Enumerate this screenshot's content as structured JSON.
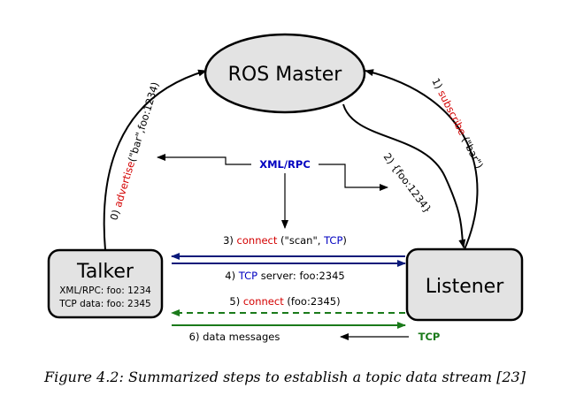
{
  "nodes": {
    "master": {
      "title": "ROS Master"
    },
    "talker": {
      "title": "Talker",
      "line1": "XML/RPC: foo: 1234",
      "line2": "TCP data: foo: 2345"
    },
    "listener": {
      "title": "Listener"
    }
  },
  "labels": {
    "xmlrpc": "XML/RPC",
    "tcp": "TCP",
    "advertise": {
      "num": "0) ",
      "verb": "advertise",
      "args": "(\"bar\",foo:1234)"
    },
    "subscribe": {
      "num": "1) ",
      "verb": "subscribe",
      "args": " (\"bar\")"
    },
    "foo1234": "2) {foo:1234}",
    "step3": {
      "num": "3) ",
      "verb": "connect",
      "mid": " (\"scan\", ",
      "proto": "TCP",
      "end": ")"
    },
    "step4": {
      "num": "4) ",
      "proto": "TCP",
      "rest": " server: foo:2345"
    },
    "step5": {
      "num": "5) ",
      "verb": "connect",
      "rest": " (foo:2345)"
    },
    "step6": "6) data messages"
  },
  "caption": "Figure 4.2: Summarized steps to establish a topic data stream [23]",
  "colors": {
    "node_fill": "#e3e3e3",
    "red": "#d40000",
    "blue": "#0000c0",
    "navy": "#0a1a7a",
    "green": "#1a7a1a"
  }
}
